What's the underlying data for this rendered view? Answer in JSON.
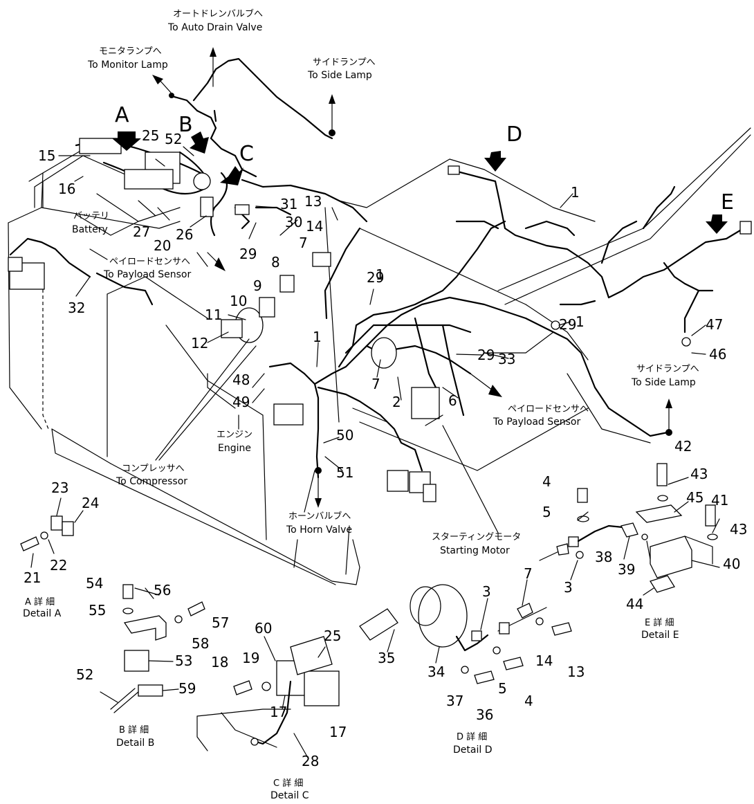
{
  "callouts": [
    "1",
    "1",
    "1",
    "1",
    "2",
    "3",
    "3",
    "4",
    "4",
    "5",
    "5",
    "6",
    "7",
    "7",
    "7",
    "8",
    "9",
    "10",
    "11",
    "12",
    "13",
    "13",
    "14",
    "14",
    "15",
    "16",
    "17",
    "17",
    "18",
    "19",
    "20",
    "21",
    "22",
    "23",
    "24",
    "25",
    "25",
    "26",
    "27",
    "28",
    "29",
    "29",
    "29",
    "29",
    "30",
    "31",
    "32",
    "33",
    "35",
    "34",
    "36",
    "37",
    "38",
    "39",
    "40",
    "41",
    "42",
    "43",
    "43",
    "44",
    "45",
    "46",
    "47",
    "48",
    "49",
    "50",
    "51",
    "52",
    "52",
    "53",
    "54",
    "55",
    "56",
    "57",
    "58",
    "59",
    "60"
  ],
  "views": [
    "A",
    "B",
    "C",
    "D",
    "E"
  ],
  "annotations": [
    {
      "jp": "オートドレンバルブへ",
      "en": "To Auto Drain Valve"
    },
    {
      "jp": "モニタランプへ",
      "en": "To Monitor Lamp"
    },
    {
      "jp": "サイドランプへ",
      "en": "To Side Lamp"
    },
    {
      "jp": "バッテリ",
      "en": "Battery"
    },
    {
      "jp": "ペイロードセンサへ",
      "en": "To Payload Sensor"
    },
    {
      "jp": "エンジン",
      "en": "Engine"
    },
    {
      "jp": "コンプレッサへ",
      "en": "To Compressor"
    },
    {
      "jp": "ホーンバルブへ",
      "en": "To Horn Valve"
    },
    {
      "jp": "スターティングモータ",
      "en": "Starting Motor"
    },
    {
      "jp": "ペイロードセンサへ",
      "en": "To Payload Sensor"
    },
    {
      "jp": "サイドランプへ",
      "en": "To Side Lamp"
    }
  ],
  "details": [
    {
      "jp": "A 詳 細",
      "en": "Detail A"
    },
    {
      "jp": "B 詳 細",
      "en": "Detail B"
    },
    {
      "jp": "C 詳 細",
      "en": "Detail C"
    },
    {
      "jp": "D 詳 細",
      "en": "Detail D"
    },
    {
      "jp": "E 詳 細",
      "en": "Detail E"
    }
  ]
}
